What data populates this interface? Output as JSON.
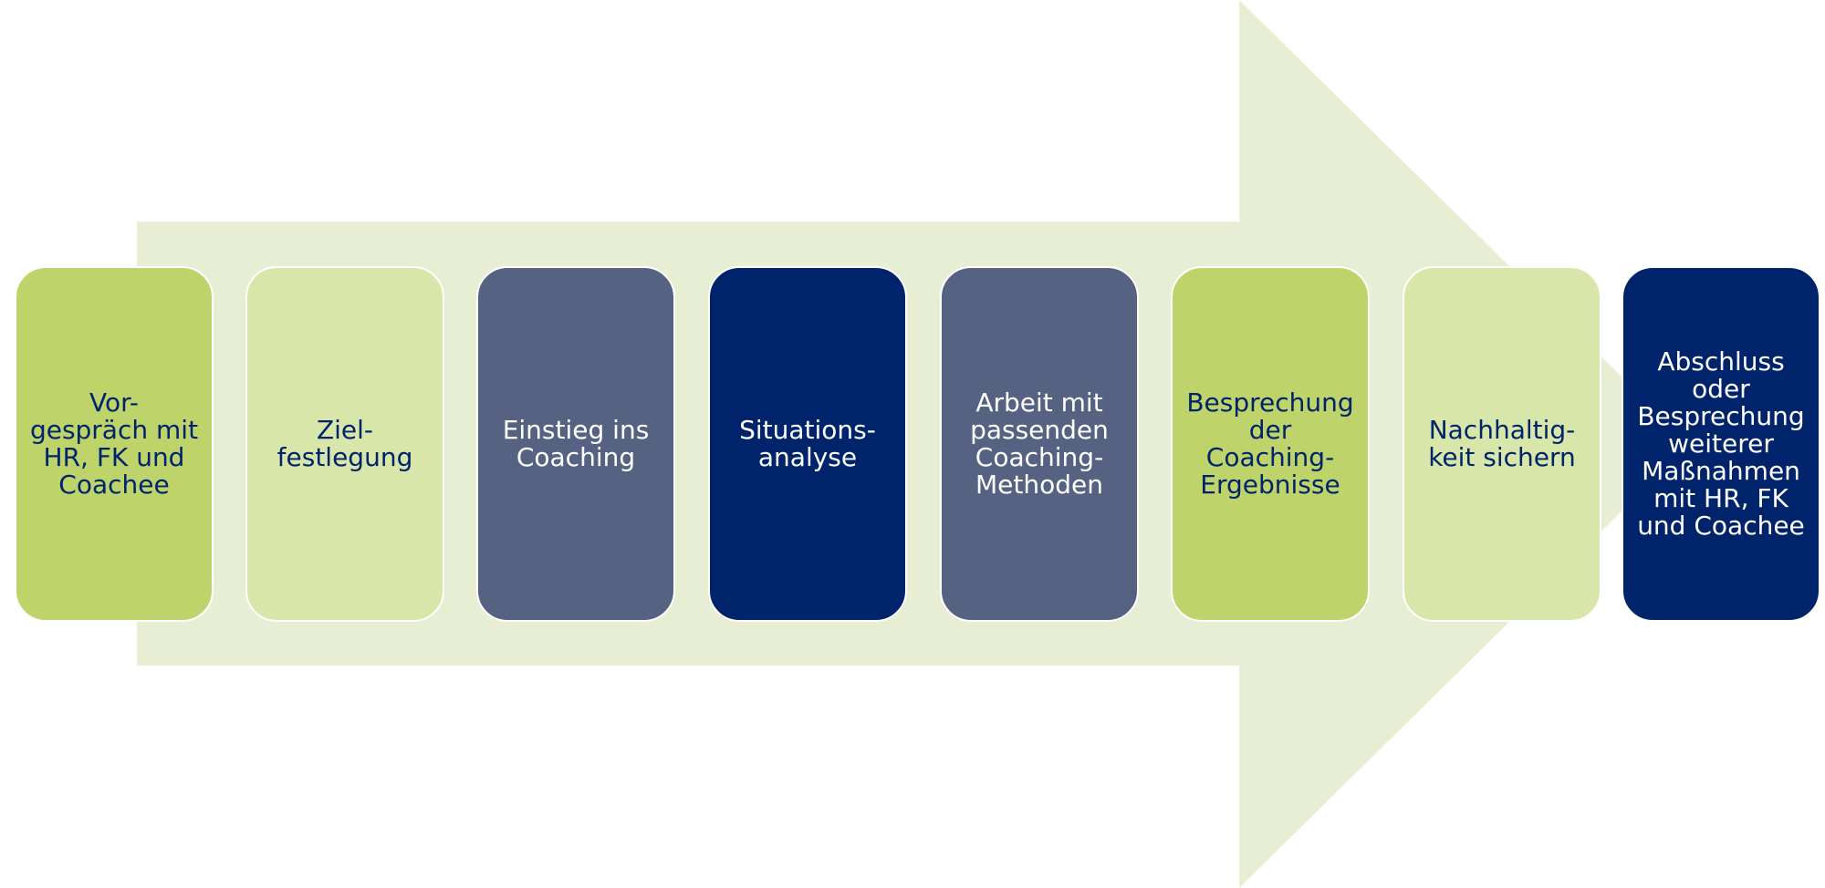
{
  "colors": {
    "arrow": "#e8eed4",
    "green": "#bed36a",
    "light_green": "#d9e6a9",
    "slate": "#566281",
    "navy": "#00246b",
    "text_dark": "#00246b",
    "text_light": "#ffffff"
  },
  "steps": [
    {
      "label": "Vor-\ngespräch mit\nHR, FK und\nCoachee",
      "fill": "#bed36a",
      "text": "#00246b"
    },
    {
      "label": "Ziel-\nfestlegung",
      "fill": "#d9e6a9",
      "text": "#00246b"
    },
    {
      "label": "Einstieg ins\nCoaching",
      "fill": "#566281",
      "text": "#ffffff"
    },
    {
      "label": "Situations-\nanalyse",
      "fill": "#00246b",
      "text": "#ffffff"
    },
    {
      "label": "Arbeit mit\npassenden\nCoaching-\nMethoden",
      "fill": "#566281",
      "text": "#ffffff"
    },
    {
      "label": "Besprechung\nder\nCoaching-\nErgebnisse",
      "fill": "#bed36a",
      "text": "#00246b"
    },
    {
      "label": "Nachhaltig-\nkeit sichern",
      "fill": "#d9e6a9",
      "text": "#00246b"
    },
    {
      "label": "Abschluss\noder\nBesprechung\nweiterer\nMaßnahmen\nmit HR, FK\nund Coachee",
      "fill": "#00246b",
      "text": "#ffffff"
    }
  ]
}
